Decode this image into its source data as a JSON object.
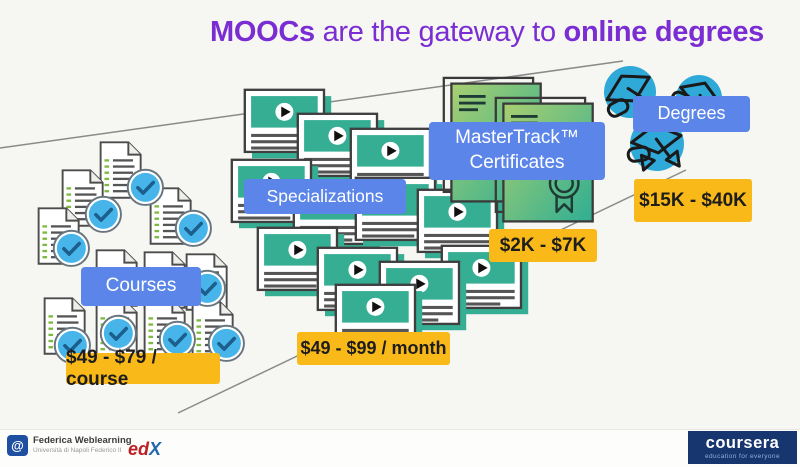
{
  "title": {
    "bold_prefix": "MOOCs",
    "regular_middle": " are the gateway to ",
    "bold_suffix": "online degrees"
  },
  "stages": [
    {
      "id": "courses",
      "label_lines": [
        "Courses"
      ],
      "price": "$49 - $79 / course",
      "icon": "document-with-checkmark"
    },
    {
      "id": "specializations",
      "label_lines": [
        "Specializations"
      ],
      "price": "$49 - $99 / month",
      "icon": "video-lesson-card"
    },
    {
      "id": "mastertrack",
      "label_lines": [
        "MasterTrack™",
        "Certificates"
      ],
      "price": "$2K - $7K",
      "icon": "certificate-with-ribbon"
    },
    {
      "id": "degrees",
      "label_lines": [
        "Degrees"
      ],
      "price": "$15K - $40K",
      "icon": "graduation-cap"
    }
  ],
  "footer": {
    "federica": {
      "name": "Federica Weblearning",
      "subtitle": "Università di Napoli Federico II",
      "icon_glyph": "@"
    },
    "edx": {
      "part1": "ed",
      "part2": "X"
    },
    "coursera": {
      "name": "coursera",
      "tagline": "education for everyone"
    }
  },
  "colors": {
    "title_purple": "#7a2dd2",
    "label_blue": "#5b85e8",
    "price_yellow": "#f8b919",
    "teal": "#35ae93",
    "check_circle_blue": "#47b5e9",
    "degree_circle_blue": "#2fa9d8",
    "diagonal_line_gray": "#8a8a8a",
    "coursera_navy": "#17356e",
    "edx_red": "#bb2026",
    "edx_blue": "#2168ad"
  }
}
